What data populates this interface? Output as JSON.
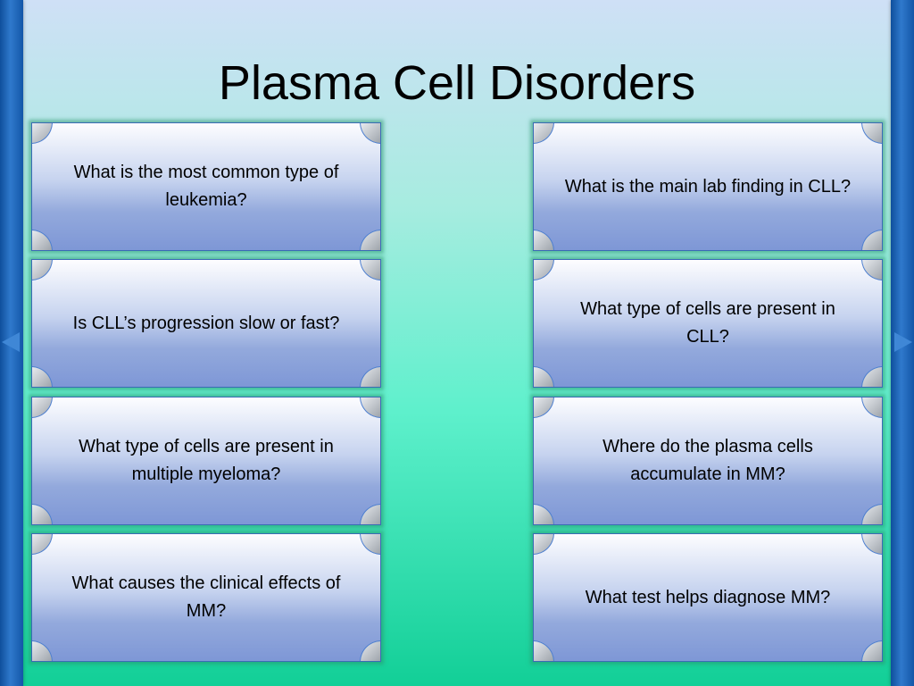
{
  "slide": {
    "title": "Plasma Cell Disorders"
  },
  "navigation": {
    "prev_icon": "triangle-left",
    "next_icon": "triangle-right"
  },
  "colors": {
    "side_bar": "#1f66b8",
    "arrow": "#3f87d6",
    "card_border": "#3a6bb5",
    "background_top": "#cfe0f6",
    "background_bottom": "#12cf97"
  },
  "cards": {
    "left": [
      {
        "text": "What is the most common type of leukemia?"
      },
      {
        "text": "Is CLL’s progression slow or fast?"
      },
      {
        "text": "What type of cells are present in multiple myeloma?"
      },
      {
        "text": "What causes the clinical effects of MM?"
      }
    ],
    "right": [
      {
        "text": "What is the main lab finding in CLL?"
      },
      {
        "text": "What type of cells are present in CLL?"
      },
      {
        "text": "Where do the plasma cells accumulate in MM?"
      },
      {
        "text": "What test helps diagnose MM?"
      }
    ]
  }
}
